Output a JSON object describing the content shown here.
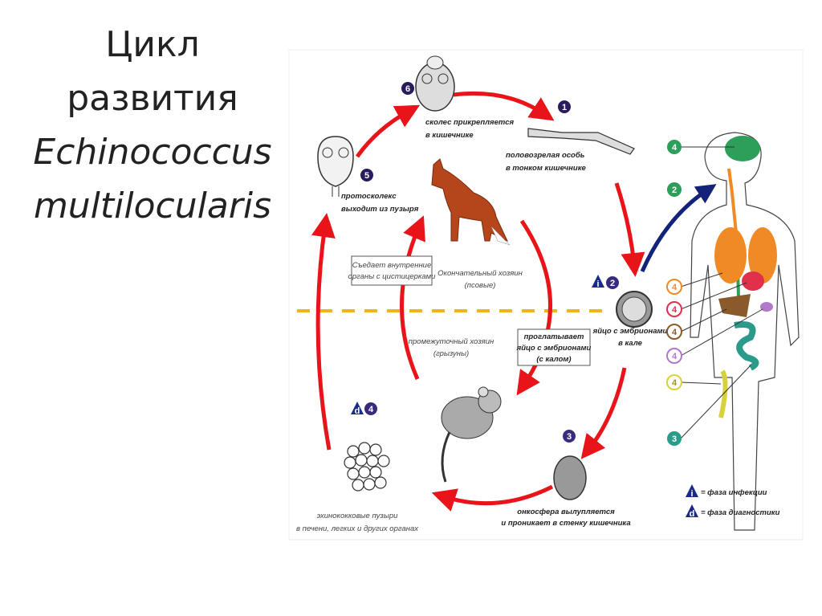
{
  "slide": {
    "title_lines": [
      "Цикл",
      "развития",
      "Echinococcus",
      "multilocularis"
    ]
  },
  "diagram": {
    "definitive_host": [
      "Окончательный хозяин",
      "(псовые)"
    ],
    "intermediate_host": [
      "промежуточный хозяин",
      "(грызуны)"
    ],
    "stages": {
      "scolex": {
        "number": "6",
        "text": [
          "сколес прикрепляется",
          "в кишечнике"
        ]
      },
      "adult": {
        "number": "1",
        "text": [
          "половозрелая особь",
          "в тонком кишечнике"
        ]
      },
      "egg": {
        "number": "2",
        "marker": "i",
        "text": [
          "яйцо с эмбрионами",
          "в кале"
        ]
      },
      "oncosphere": {
        "number": "3",
        "text": [
          "онкосфера вылупляется",
          "и проникает в стенку кишечника"
        ]
      },
      "cysts": {
        "number": "4",
        "marker": "d",
        "text": [
          "эхинококковые пузыри",
          "в печени, легких и других органах"
        ]
      },
      "protoscolex": {
        "number": "5",
        "text": [
          "протосколекс",
          "выходит из пузыря"
        ]
      }
    },
    "box_eats": [
      "Съедает внутренние",
      "органы с цистицерками"
    ],
    "box_swallows": [
      "проглатывает",
      "яйцо с эмбрионами",
      "(с калом)"
    ],
    "human_markers": [
      {
        "number": "4",
        "color": "#2e9e5b"
      },
      {
        "number": "2",
        "color": "#2e9e5b"
      },
      {
        "number": "4",
        "color": "#f08a24"
      },
      {
        "number": "4",
        "color": "#e0304a"
      },
      {
        "number": "4",
        "color": "#8a5a2a"
      },
      {
        "number": "4",
        "color": "#b07ac8"
      },
      {
        "number": "4",
        "color": "#d8d23a"
      },
      {
        "number": "3",
        "color": "#2a9a8a"
      }
    ],
    "legend": [
      {
        "marker": "i",
        "text": "= фаза инфекции"
      },
      {
        "marker": "d",
        "text": "= фаза диагностики"
      }
    ],
    "colors": {
      "arrow": "#e8141a",
      "stage_number": "#2a1a5e",
      "marker": "#1a2a8a",
      "host_divider": "#f2b21a",
      "human_arrow": "#14237a"
    }
  }
}
